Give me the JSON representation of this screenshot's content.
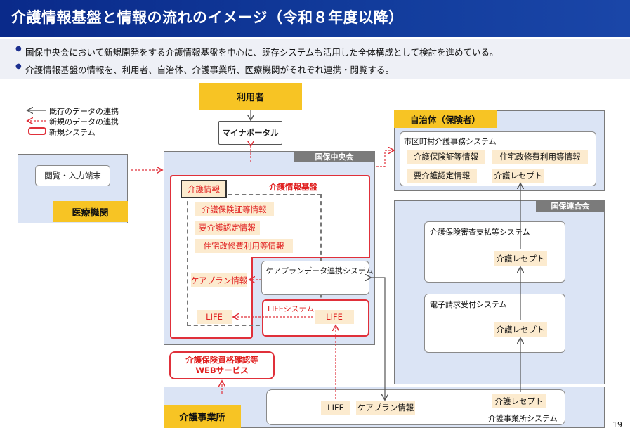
{
  "title": "介護情報基盤と情報の流れのイメージ（令和８年度以降）",
  "bullets": [
    "国保中央会において新規開発をする介護情報基盤を中心に、既存システムも活用した全体構成として検討を進めている。",
    "介護情報基盤の情報を、利用者、自治体、介護事業所、医療機関がそれぞれ連携・閲覧する。"
  ],
  "legend": {
    "existing": "既存のデータの連携",
    "new": "新規のデータの連携",
    "new_system": "新規システム"
  },
  "user": {
    "label": "利用者",
    "portal": "マイナポータル"
  },
  "medical": {
    "terminal": "閲覧・入力端末",
    "label": "医療機関"
  },
  "kokuho_chuokai": {
    "label": "国保中央会",
    "platform": "介護情報基盤",
    "kaigo_joho": "介護情報",
    "items": [
      "介護保険証等情報",
      "要介護認定情報",
      "住宅改修費利用等情報"
    ],
    "careplan": "ケアプラン情報",
    "life": "LIFE",
    "careplan_system": "ケアプランデータ連携システム",
    "life_system": "LIFEシステム",
    "life_system_item": "LIFE"
  },
  "jichitai": {
    "label": "自治体（保険者）",
    "system": "市区町村介護事務システム",
    "items": [
      "介護保険証等情報",
      "住宅改修費利用等情報",
      "要介護認定情報",
      "介護レセプト"
    ]
  },
  "kokuho_rengokai": {
    "label": "国保連合会",
    "shinsa_system": "介護保険審査支払等システム",
    "shinsa_item": "介護レセプト",
    "denshi_system": "電子請求受付システム",
    "denshi_item": "介護レセプト"
  },
  "web_service": {
    "line1": "介護保険資格確認等",
    "line2": "WEBサービス"
  },
  "jigyosho": {
    "label": "介護事業所",
    "items": [
      "LIFE",
      "ケアプラン情報",
      "介護レセプト"
    ],
    "system": "介護事業所システム"
  },
  "page_number": "19"
}
